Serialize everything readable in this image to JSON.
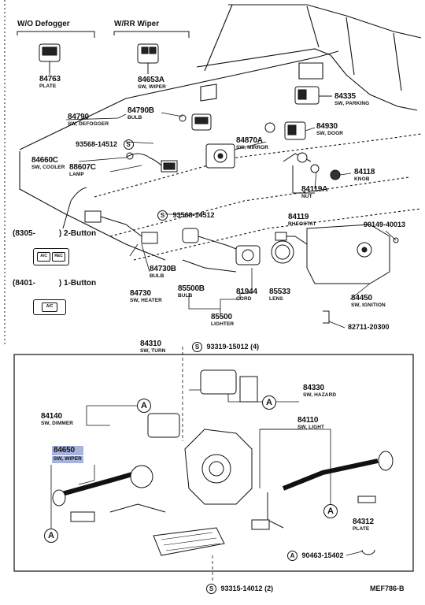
{
  "groups": {
    "wo_defogger": "W/O Defogger",
    "wr_wiper": "W/RR Wiper",
    "two_button_prefix": "(8305-",
    "two_button_suffix": ") 2-Button",
    "one_button_prefix": "(8401-",
    "one_button_suffix": ") 1-Button"
  },
  "button_icons": {
    "ac": "A/C",
    "recirc": "REC",
    "ac_single": "A/C"
  },
  "parts": {
    "p84763": {
      "num": "84763",
      "desc": "PLATE"
    },
    "p84653a": {
      "num": "84653A",
      "desc": "SW, WIPER"
    },
    "p84335": {
      "num": "84335",
      "desc": "SW, PARKING"
    },
    "p84790": {
      "num": "84790",
      "desc": "SW, DEFOGGER"
    },
    "p84790b": {
      "num": "84790B",
      "desc": "BULB"
    },
    "p84870a": {
      "num": "84870A",
      "desc": "SW, MIRROR"
    },
    "p84930": {
      "num": "84930",
      "desc": "SW, DOOR"
    },
    "p93568_a": {
      "num": "93568-14512"
    },
    "p84660c": {
      "num": "84660C",
      "desc": "SW, COOLER"
    },
    "p88607c": {
      "num": "88607C",
      "desc": "LAMP"
    },
    "p84118": {
      "num": "84118",
      "desc": "KNOB"
    },
    "p84119a": {
      "num": "84119A",
      "desc": "NUT"
    },
    "p93568_b": {
      "num": "93568-14512"
    },
    "p84119": {
      "num": "84119",
      "desc": "RHEOSTAT"
    },
    "p90149": {
      "num": "90149-40013"
    },
    "p84730b": {
      "num": "84730B",
      "desc": "BULB"
    },
    "p84730": {
      "num": "84730",
      "desc": "SW, HEATER"
    },
    "p85500b": {
      "num": "85500B",
      "desc": "BULB"
    },
    "p81944": {
      "num": "81944",
      "desc": "CORD"
    },
    "p85533": {
      "num": "85533",
      "desc": "LENS"
    },
    "p85500": {
      "num": "85500",
      "desc": "LIGHTER"
    },
    "p84450": {
      "num": "84450",
      "desc": "SW, IGNITION"
    },
    "p82711": {
      "num": "82711-20300"
    },
    "p84310": {
      "num": "84310",
      "desc": "SW, TURN"
    },
    "p93319": {
      "num": "93319-15012 (4)"
    },
    "p84330": {
      "num": "84330",
      "desc": "SW, HAZARD"
    },
    "p84140": {
      "num": "84140",
      "desc": "SW, DIMMER"
    },
    "p84110": {
      "num": "84110",
      "desc": "SW, LIGHT"
    },
    "p84650": {
      "num": "84650",
      "desc": "SW, WIPER"
    },
    "p84312": {
      "num": "84312",
      "desc": "PLATE"
    },
    "p90463": {
      "num": "90463-15402"
    },
    "p93315": {
      "num": "93315-14012 (2)"
    }
  },
  "markers": {
    "S": "S",
    "A": "A"
  },
  "figure_code": "MEF786-B",
  "colors": {
    "highlight": "#a9b4dc",
    "ink": "#111111"
  }
}
